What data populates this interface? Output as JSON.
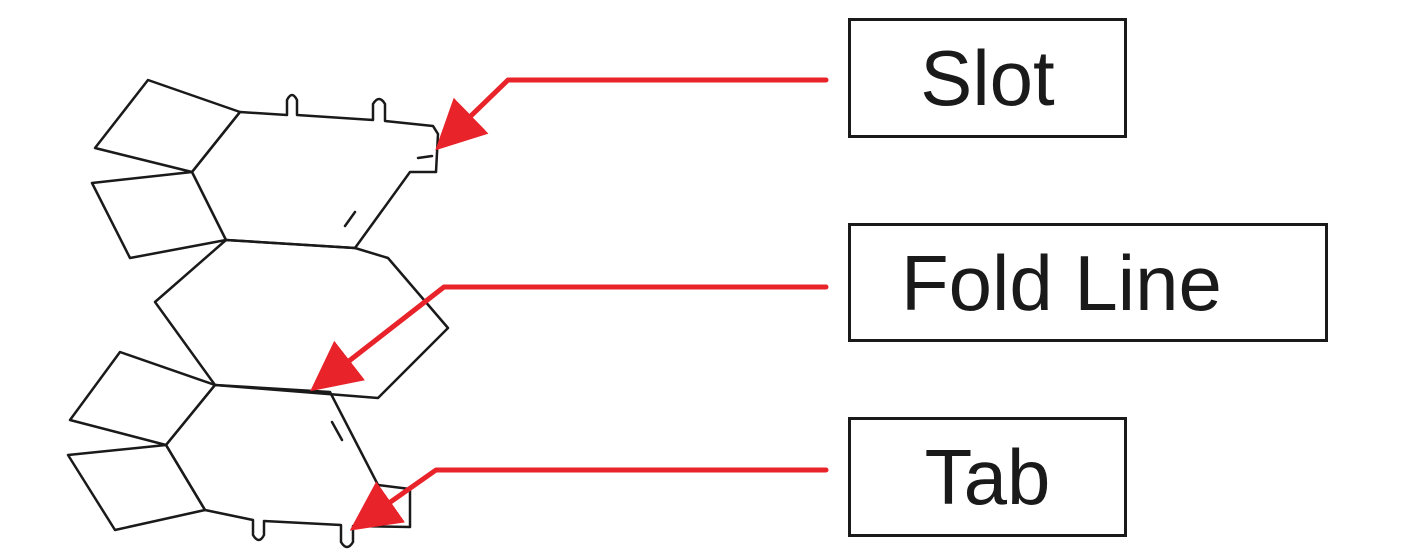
{
  "colors": {
    "arrow": "#e8232a",
    "line": "#1a1a1a",
    "box_border": "#1a1a1a",
    "background": "#ffffff"
  },
  "labels": {
    "slot": "Slot",
    "fold_line": "Fold Line",
    "tab": "Tab"
  }
}
